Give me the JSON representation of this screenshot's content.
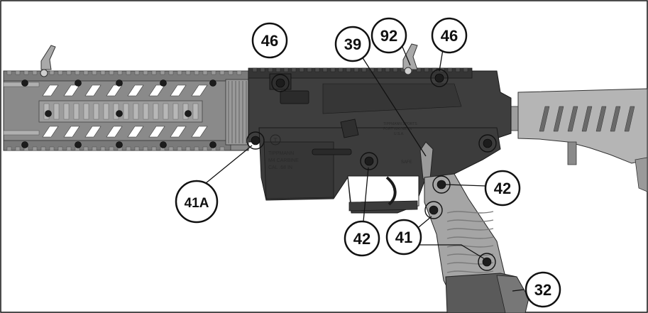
{
  "colors": {
    "receiver": "#3e3e3e",
    "receiver_dark": "#2b2b2b",
    "handguard": "#8a8a8a",
    "handguard_light": "#a9a9a9",
    "stock": "#b5b5b5",
    "grip": "#a5a5a5",
    "screw": "#1c1c1c",
    "line": "#111111"
  },
  "callouts": [
    {
      "id": "c46a",
      "label": "46"
    },
    {
      "id": "c39",
      "label": "39"
    },
    {
      "id": "c92",
      "label": "92"
    },
    {
      "id": "c46b",
      "label": "46"
    },
    {
      "id": "c41a",
      "label": "41A"
    },
    {
      "id": "c42a",
      "label": "42"
    },
    {
      "id": "c42b",
      "label": "42"
    },
    {
      "id": "c41",
      "label": "41"
    },
    {
      "id": "c32",
      "label": "32"
    }
  ],
  "receiver_marking": {
    "logo": "T",
    "lines": [
      "TIPPMANN",
      "M4 CARBINE",
      "CAL .68 IN"
    ]
  },
  "selector_marking": {
    "lines": [
      "TIPPMANN SPORTS",
      "FORT WAYNE, IN",
      "U.S.A."
    ],
    "safe_label": "SAFE"
  }
}
